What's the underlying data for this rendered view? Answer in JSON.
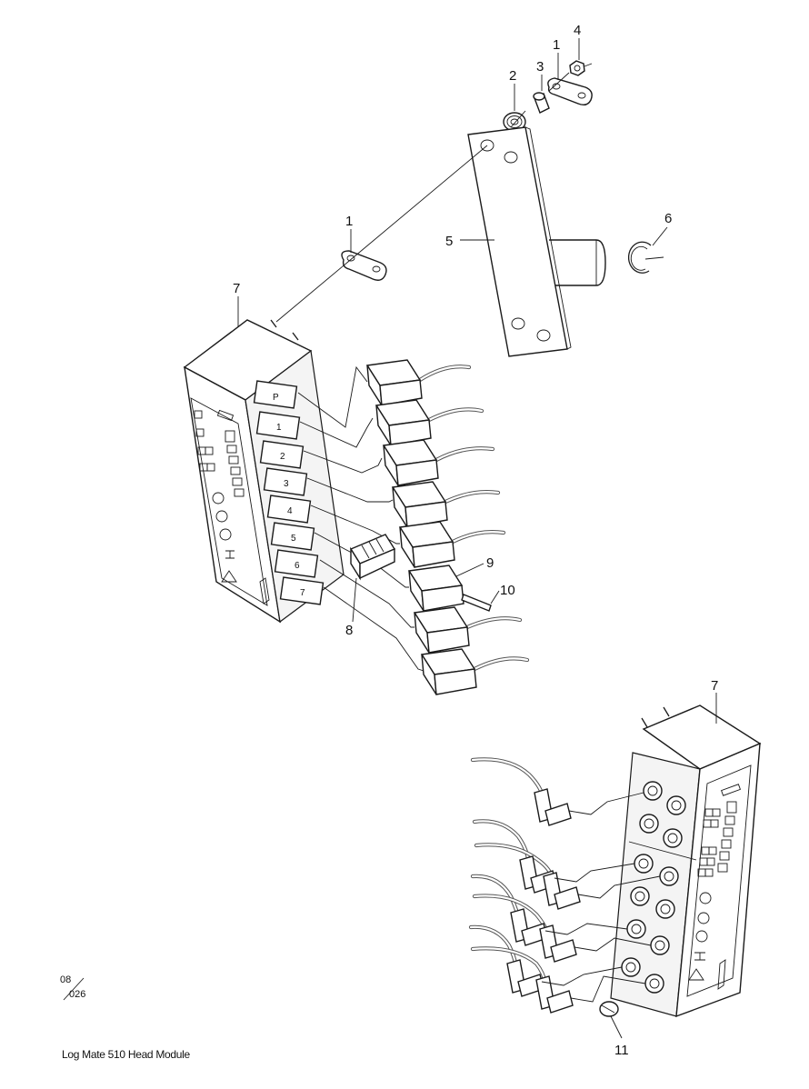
{
  "callouts": {
    "c1a": "1",
    "c2": "2",
    "c3": "3",
    "c4": "4",
    "c1b": "1",
    "c5": "5",
    "c6": "6",
    "c7a": "7",
    "c8": "8",
    "c9": "9",
    "c10": "10",
    "c7b": "7",
    "c11": "11"
  },
  "module_ports": [
    "P",
    "1",
    "2",
    "3",
    "4",
    "5",
    "6",
    "7"
  ],
  "page_number": {
    "top": "08",
    "bottom": "026"
  },
  "footer_title": "Log Mate 510 Head Module"
}
